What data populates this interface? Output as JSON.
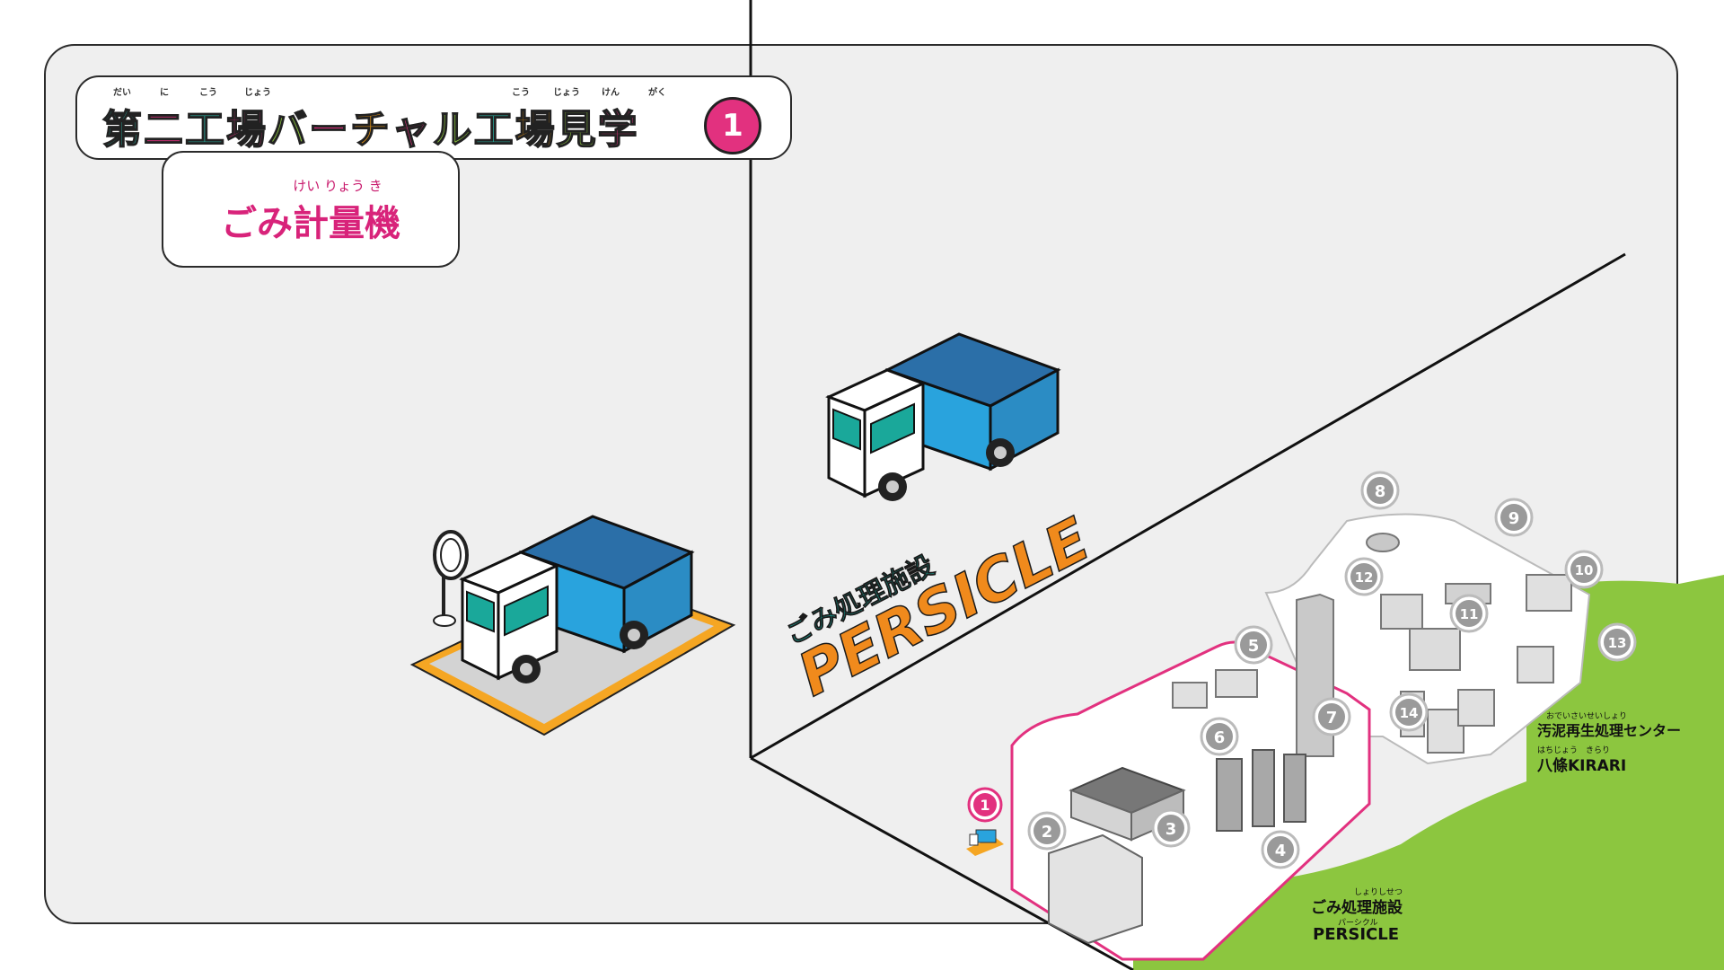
{
  "title": {
    "ruby": [
      "だい",
      "に",
      "こう",
      "じょう",
      "こう",
      "じょう",
      "けん",
      "がく"
    ],
    "chars": [
      {
        "t": "第",
        "c": "#2bb3a3"
      },
      {
        "t": "二",
        "c": "#e2317f"
      },
      {
        "t": "工",
        "c": "#2bb3a3"
      },
      {
        "t": "場",
        "c": "#e2317f"
      },
      {
        "t": "バ",
        "c": "#8dc63f"
      },
      {
        "t": "ー",
        "c": "#e2317f"
      },
      {
        "t": "チ",
        "c": "#f39c12"
      },
      {
        "t": "ャ",
        "c": "#e2317f"
      },
      {
        "t": "ル",
        "c": "#8dc63f"
      },
      {
        "t": "工",
        "c": "#2bb3a3"
      },
      {
        "t": "場",
        "c": "#f39c12"
      },
      {
        "t": "見",
        "c": "#8dc63f"
      },
      {
        "t": "学",
        "c": "#e2317f"
      }
    ],
    "number": "1"
  },
  "subtitle": {
    "ruby": "けい りょう き",
    "text": "ごみ計量機"
  },
  "facility_sign": {
    "line1": "ごみ処理施設",
    "line2": "PERSICLE"
  },
  "map": {
    "markers": [
      "1",
      "2",
      "3",
      "4",
      "5",
      "6",
      "7",
      "8",
      "9",
      "10",
      "11",
      "12",
      "13",
      "14"
    ],
    "label_persicle": {
      "ruby1": "しょりしせつ",
      "name": "ごみ処理施設",
      "ruby2": "パーシクル",
      "en": "PERSICLE"
    },
    "label_kirari": {
      "ruby1": "おでいさいせいしょり",
      "name": "汚泥再生処理センター",
      "ruby2": "はちじょう　きらり",
      "en": "八條KIRARI"
    }
  },
  "colors": {
    "accent": "#e2317f",
    "teal": "#2bb3a3",
    "orange": "#f08a1c",
    "green": "#8cc63f",
    "truck_blue": "#29a3dd"
  }
}
